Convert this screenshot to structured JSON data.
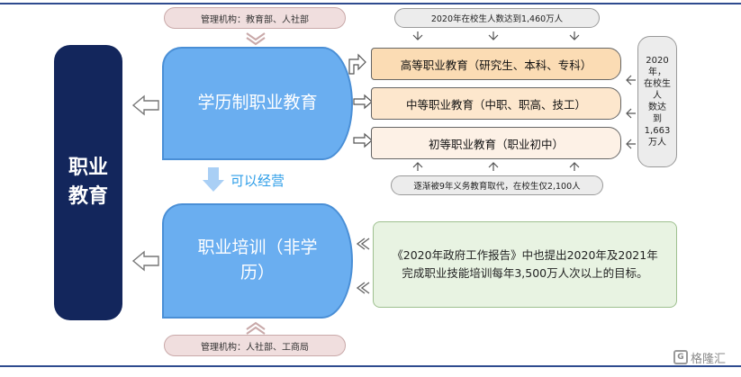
{
  "top_authority": "管理机构：教育部、人社部",
  "bottom_authority": "管理机构：人社部、工商局",
  "vocational_education": "职业\n教育",
  "academic_box": "学历制职业教育",
  "training_box": "职业培训（非学\n历）",
  "convertible_label": "可以经营",
  "enrollment_top": "2020年在校生人数达到1,460万人",
  "enrollment_bottom": "逐渐被9年义务教育取代，在校生仅2,100人",
  "enrollment_side": "2020\n年，\n在校生\n人\n数达\n到\n1,663\n万人",
  "levels": [
    {
      "label": "高等职业教育（研究生、本科、专科）",
      "color": "#fbdcb4"
    },
    {
      "label": "中等职业教育（中职、职高、技工）",
      "color": "#fde7cd"
    },
    {
      "label": "初等职业教育（职业初中）",
      "color": "#fdf1e6"
    }
  ],
  "government_report": "《2020年政府工作报告》中也提出2020年及2021年\n完成职业技能培训每年3,500万人次以上的目标。",
  "watermark": "格隆汇"
}
